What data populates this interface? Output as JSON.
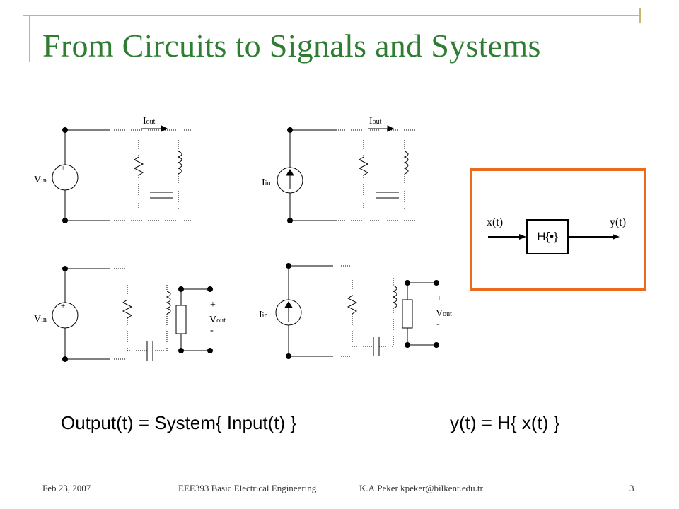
{
  "slide": {
    "title": "From Circuits to Signals and Systems",
    "page_number": "3"
  },
  "circuits": {
    "c1": {
      "source_label": "V",
      "source_sub": "in",
      "current_label": "I",
      "current_sub": "out",
      "plus": "+"
    },
    "c2": {
      "source_label": "I",
      "source_sub": "in",
      "current_label": "I",
      "current_sub": "out"
    },
    "c3": {
      "source_label": "V",
      "source_sub": "in",
      "plus": "+",
      "vout_plus": "+",
      "vout_label": "V",
      "vout_sub": "out",
      "vout_minus": "-"
    },
    "c4": {
      "source_label": "I",
      "source_sub": "in",
      "vout_plus": "+",
      "vout_label": "V",
      "vout_sub": "out",
      "vout_minus": "-"
    }
  },
  "system_diagram": {
    "input_label": "x(t)",
    "output_label": "y(t)",
    "block_label": "H{•}",
    "border_color": "#ec6a1c"
  },
  "formulas": {
    "left": "Output(t) = System{ Input(t) }",
    "right": "y(t) = H{ x(t) }"
  },
  "footer": {
    "date": "Feb 23, 2007",
    "course": "EEE393 Basic Electrical Engineering",
    "author": "K.A.Peker kpeker@bilkent.edu.tr"
  },
  "colors": {
    "title": "#2e7d32",
    "accent_line": "#c9b56b"
  }
}
